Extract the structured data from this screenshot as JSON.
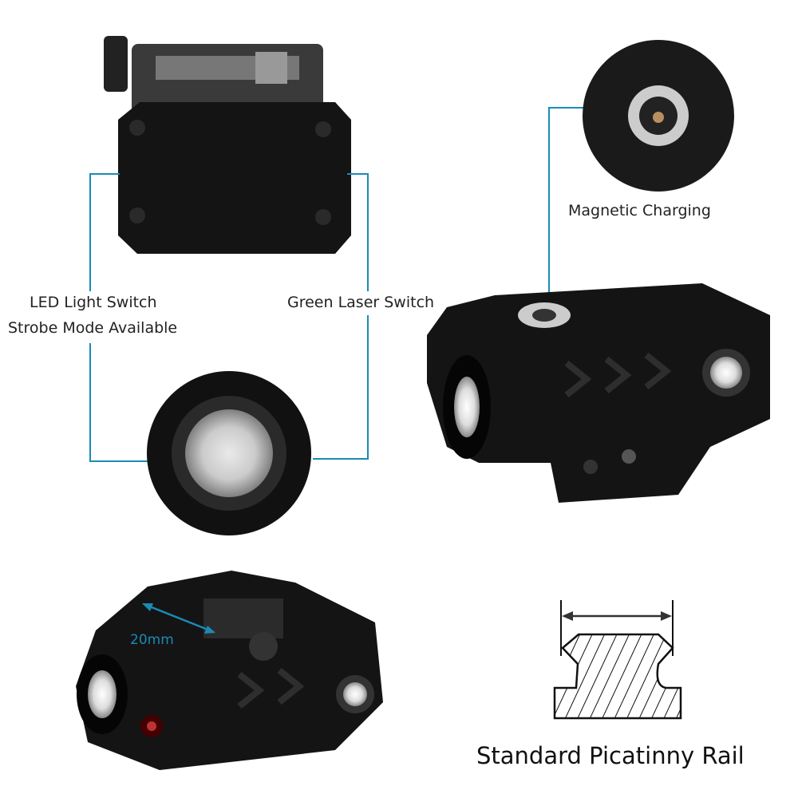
{
  "labels": {
    "led_switch": "LED Light Switch",
    "strobe": "Strobe Mode Available",
    "laser_switch": "Green Laser Switch",
    "magnetic": "Magnetic Charging",
    "rail_width": "20mm",
    "rail_title": "Standard Picatinny Rail"
  },
  "colors": {
    "callout_line": "#1a8bb5",
    "body": "#141414"
  }
}
